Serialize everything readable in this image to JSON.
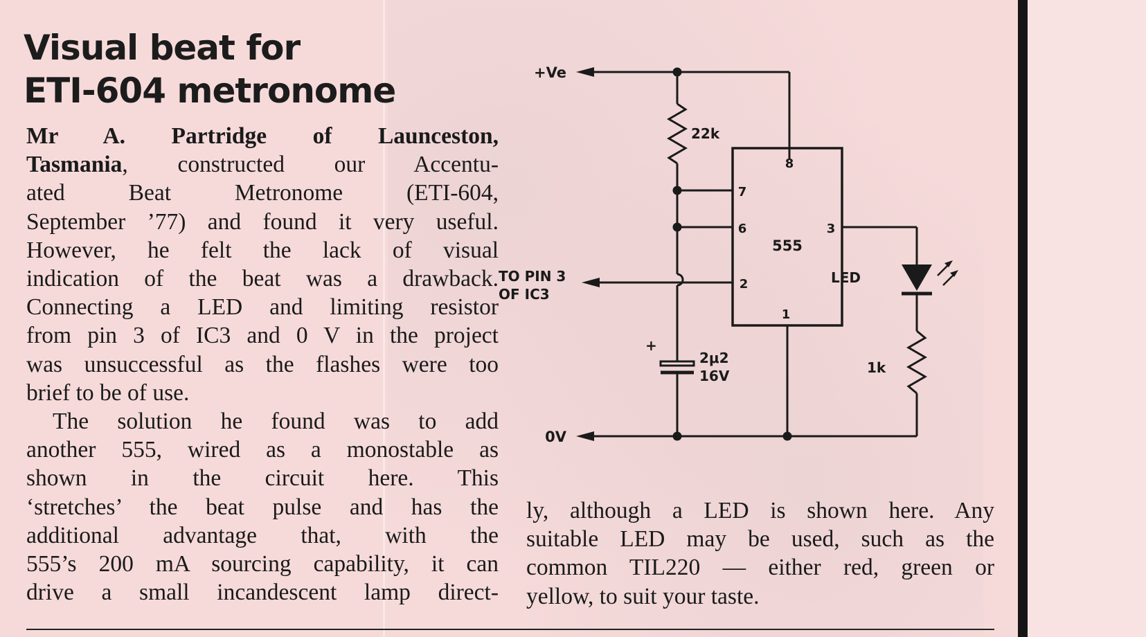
{
  "title": {
    "line1": "Visual beat for",
    "line2": "ETI-604 metronome"
  },
  "body": {
    "p1": {
      "l1_bold": "Mr A. Partridge of Launceston,",
      "l2_bold": "Tasmania",
      "l2_rest": ", constructed our Accentu-",
      "l3": "ated Beat Metronome (ETI-604,",
      "l4": "September ’77) and found it very useful.",
      "l5": "However, he felt the lack of visual",
      "l6": "indication of the beat was a drawback.",
      "l7": "Connecting a LED and limiting resistor",
      "l8": "from pin 3 of IC3 and 0 V in the project",
      "l9": "was unsuccessful as the flashes were too",
      "l10": "brief to be of use."
    },
    "p2": {
      "l1": "The solution he found was to add",
      "l2": "another 555, wired as a monostable as",
      "l3": "shown in the circuit here. This",
      "l4": "‘stretches’ the beat pulse and has the",
      "l5": "additional advantage that, with the",
      "l6": "555’s 200 mA sourcing capability, it can",
      "l7": "drive a small incandescent lamp direct-"
    },
    "p3": {
      "l1": "ly, although a LED is shown here. Any",
      "l2": "suitable LED may be used, such as the",
      "l3": "common TIL220 — either red, green or",
      "l4": "yellow, to suit your taste."
    }
  },
  "circuit": {
    "supply_label": "+Ve",
    "ground_label": "0V",
    "input_label_1": "TO PIN 3",
    "input_label_2": "OF IC3",
    "resistor_timing": "22k",
    "capacitor_value_1": "2μ2",
    "capacitor_value_2": "16V",
    "capacitor_polarity": "+",
    "ic_name": "555",
    "pin_8": "8",
    "pin_7": "7",
    "pin_6": "6",
    "pin_3": "3",
    "pin_2": "2",
    "pin_1": "1",
    "led_label": "LED",
    "resistor_led": "1k"
  },
  "colors": {
    "paper": "#f6dada",
    "ink": "#1a1a1a",
    "rule": "#151515"
  }
}
